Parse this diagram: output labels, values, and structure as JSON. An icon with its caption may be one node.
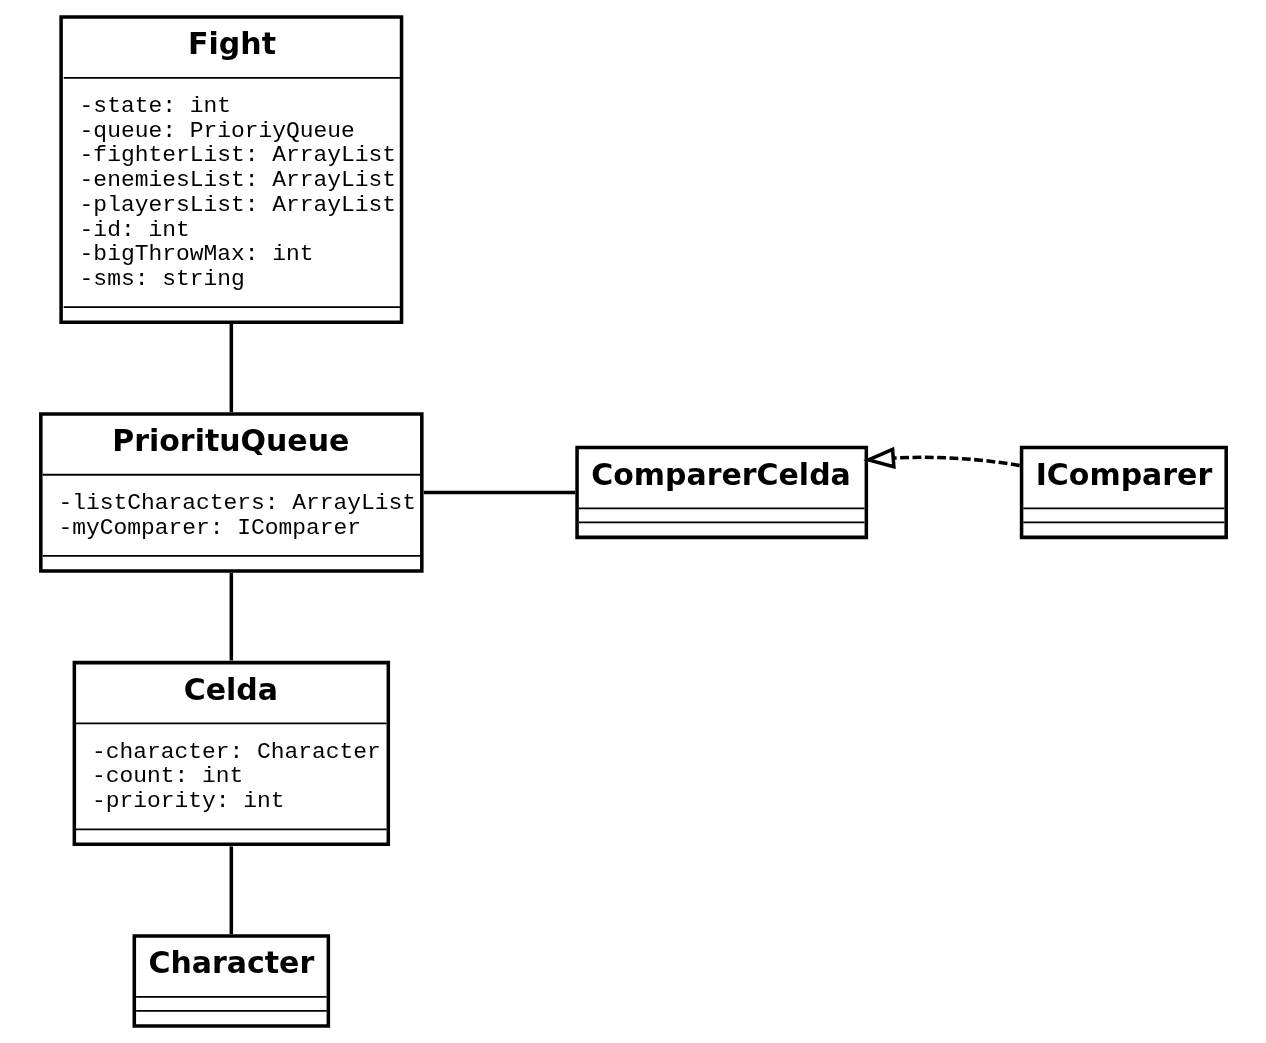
{
  "diagram": {
    "nodes": [
      {
        "text": [
          "Fight",
          "-state: int",
          "-queue: PrioriyQueue",
          "-fighterList: ArrayList",
          "-enemiesList: ArrayList",
          "-playersList: ArrayList",
          "-id: int",
          "-bigThrowMax: int",
          "-sms: string"
        ]
      },
      {
        "text": [
          "PriorituQueue",
          "-listCharacters: ArrayList",
          "-myComparer: IComparer"
        ]
      },
      {
        "text": [
          "ComparerCelda"
        ]
      },
      {
        "text": [
          "IComparer"
        ]
      },
      {
        "text": [
          "Celda",
          "-character: Character",
          "-count: int",
          "-priority: int"
        ]
      },
      {
        "text": [
          "Character"
        ]
      }
    ],
    "edges": [
      {
        "from": 0,
        "to": 1,
        "arrow": "none"
      },
      {
        "from": 1,
        "to": 2,
        "arrow": "none"
      },
      {
        "from": 3,
        "to": 2,
        "arrow": "to",
        "style": "dashed"
      },
      {
        "from": 1,
        "to": 4,
        "arrow": "none"
      },
      {
        "from": 4,
        "to": 5,
        "arrow": "none"
      }
    ]
  }
}
